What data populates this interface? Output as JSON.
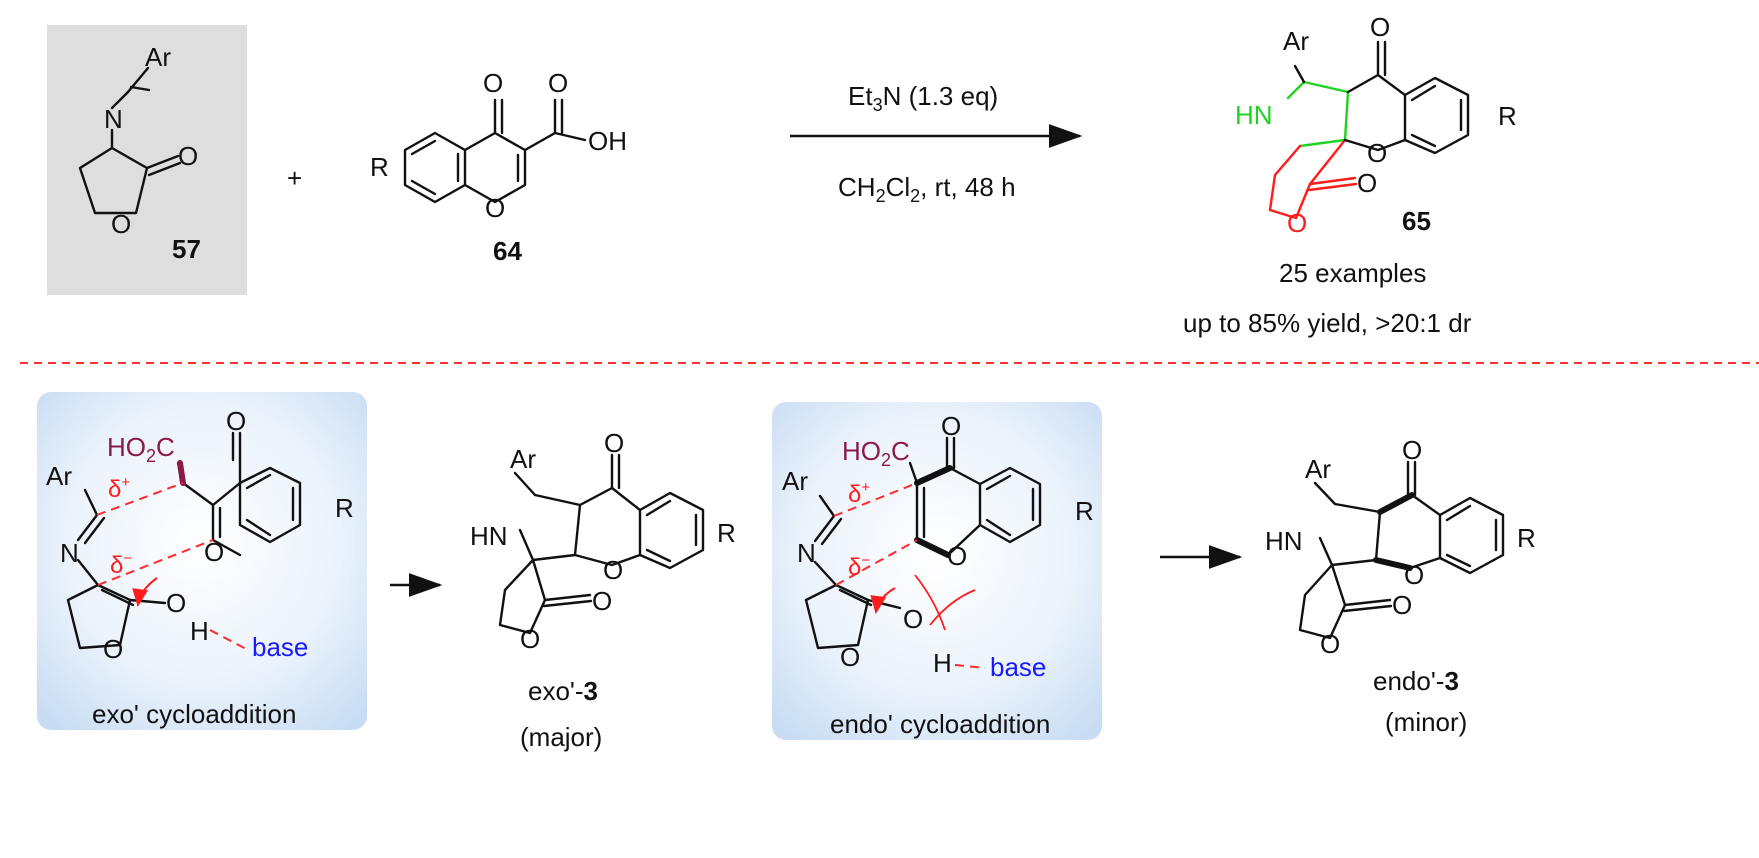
{
  "top": {
    "compound57": {
      "ar": "Ar",
      "n": "N",
      "o_carbonyl": "O",
      "o_ring": "O",
      "label": "57"
    },
    "plus": "+",
    "compound64": {
      "o_top": "O",
      "o_acid": "O",
      "oh": "OH",
      "r": "R",
      "o_ring": "O",
      "label": "64"
    },
    "conditions": {
      "reagent_main": "Et",
      "reagent_sub": "3",
      "reagent_rest": "N (1.3 eq)",
      "solvent_a": "CH",
      "solvent_sub2": "2",
      "solvent_b": "Cl",
      "solvent_sub2b": "2",
      "solvent_rest": ", rt, 48 h"
    },
    "product65": {
      "ar": "Ar",
      "hn": "HN",
      "o_top": "O",
      "o_ring": "O",
      "o_lac": "O",
      "o_carbonyl": "O",
      "r": "R",
      "label": "65",
      "examples": "25 examples",
      "yield": "up to 85% yield, >20:1 dr"
    }
  },
  "bottom": {
    "ts_exo": {
      "ar": "Ar",
      "n": "N",
      "co2h_a": "HO",
      "co2h_sub": "2",
      "co2h_b": "C",
      "o_top": "O",
      "o_ring": "O",
      "r": "R",
      "o_enol": "O",
      "h": "H",
      "base": "base",
      "dplus": "δ",
      "dplus_sup": "+",
      "dminus": "δ",
      "dminus_sup": "−",
      "oh_o": "O",
      "caption": "exo' cycloaddition"
    },
    "exo_product": {
      "ar": "Ar",
      "hn": "HN",
      "o_top": "O",
      "o_ring": "O",
      "o_lac": "O",
      "o_carbonyl": "O",
      "r": "R",
      "name_a": "exo'-",
      "name_b": "3",
      "note": "(major)"
    },
    "ts_endo": {
      "ar": "Ar",
      "n": "N",
      "co2h_a": "HO",
      "co2h_sub": "2",
      "co2h_b": "C",
      "o_top": "O",
      "o_ring": "O",
      "r": "R",
      "o_enol": "O",
      "h": "H",
      "base": "base",
      "dplus": "δ",
      "dplus_sup": "+",
      "dminus": "δ",
      "dminus_sup": "−",
      "oh_o": "O",
      "caption": "endo' cycloaddition"
    },
    "endo_product": {
      "ar": "Ar",
      "hn": "HN",
      "o_top": "O",
      "o_ring": "O",
      "o_lac": "O",
      "o_carbonyl": "O",
      "r": "R",
      "name_a": "endo'-",
      "name_b": "3",
      "note": "(minor)"
    }
  },
  "colors": {
    "highlight_gray": "#dedede",
    "ts_blue": "#dbe9f8",
    "green": "#21d321",
    "red": "#ff1c1c",
    "maroon": "#8b1a4a",
    "blue_base": "#1a1aff",
    "divider": "#ff3333"
  }
}
